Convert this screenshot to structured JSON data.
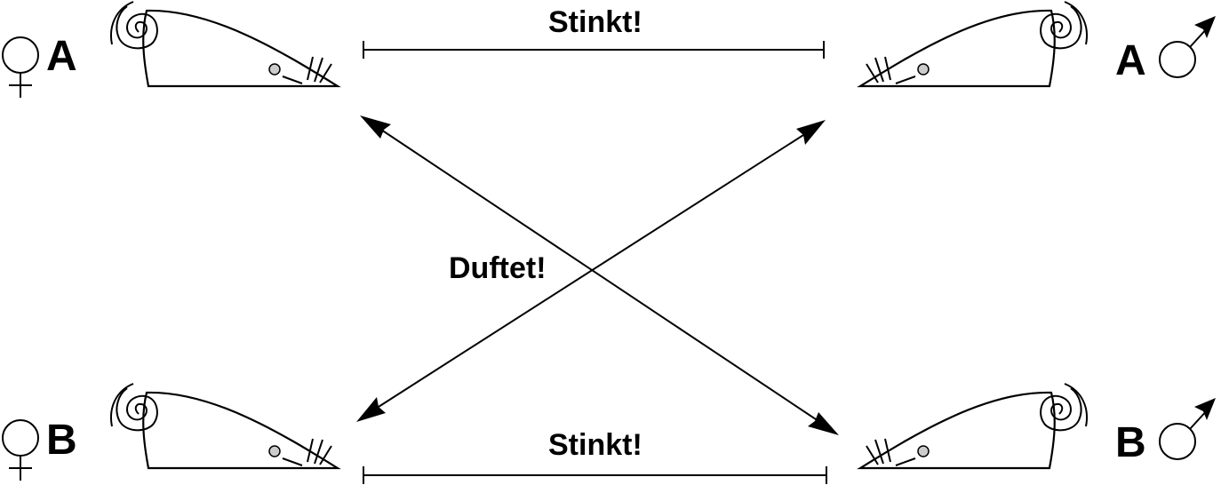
{
  "labels": {
    "top_relation": "Stinkt!",
    "bottom_relation": "Stinkt!",
    "cross_relation": "Duftet!",
    "female_a": "A",
    "female_b": "B",
    "male_a": "A",
    "male_b": "B"
  },
  "icons": {
    "female": "female-symbol-icon",
    "male": "male-symbol-icon",
    "mouse": "mouse-icon"
  },
  "colors": {
    "ink": "#000000",
    "eye": "#cccccc",
    "background": "#ffffff"
  }
}
